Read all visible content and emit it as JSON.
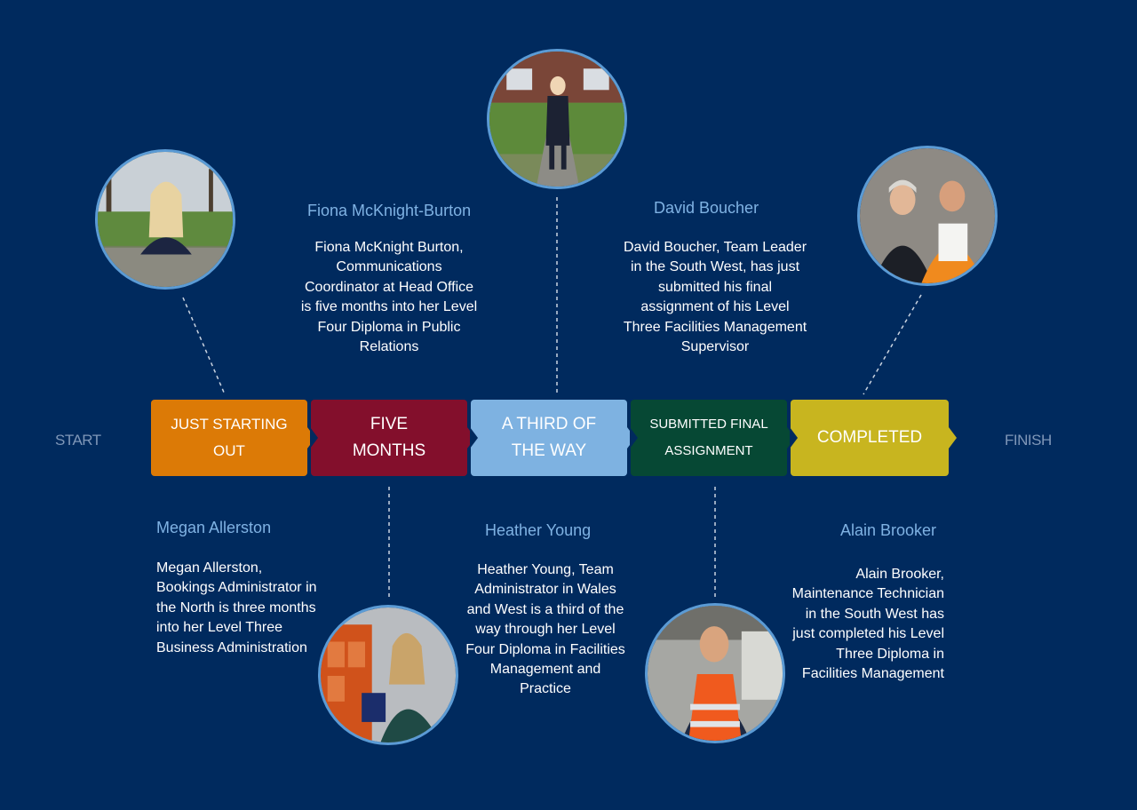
{
  "timeline": {
    "start_label": "START",
    "finish_label": "FINISH",
    "stages": [
      {
        "label": "JUST STARTING OUT",
        "color": "#dc7a06"
      },
      {
        "label": "FIVE MONTHS",
        "color": "#830f2c"
      },
      {
        "label": "A THIRD OF THE WAY",
        "color": "#7eb2e1"
      },
      {
        "label": "SUBMITTED FINAL ASSIGNMENT",
        "color": "#064834"
      },
      {
        "label": "COMPLETED",
        "color": "#c8b51f"
      }
    ]
  },
  "people": [
    {
      "name": "Megan Allerston",
      "description": "Megan Allerston, Bookings Administrator in the North is three months into her Level Three Business Administration"
    },
    {
      "name": "Fiona McKnight-Burton",
      "description": "Fiona McKnight Burton, Communications Coordinator at Head Office is five months into her Level Four Diploma in Public Relations"
    },
    {
      "name": "Heather Young",
      "description": "Heather Young, Team Administrator in Wales and West is a third of the way through her Level Four Diploma in Facilities Management and Practice"
    },
    {
      "name": "David Boucher",
      "description": "David Boucher, Team Leader in the South West, has just submitted his final assignment of his Level Three Facilities Management Supervisor"
    },
    {
      "name": "Alain Brooker",
      "description": "Alain Brooker, Maintenance Technician in the South West has just completed his Level Three Diploma in Facilities Management"
    }
  ],
  "colors": {
    "background": "#002a5e",
    "name_text": "#7fb2e3",
    "photo_ring": "#5b9bd5",
    "connector": "#c9d3e0"
  }
}
